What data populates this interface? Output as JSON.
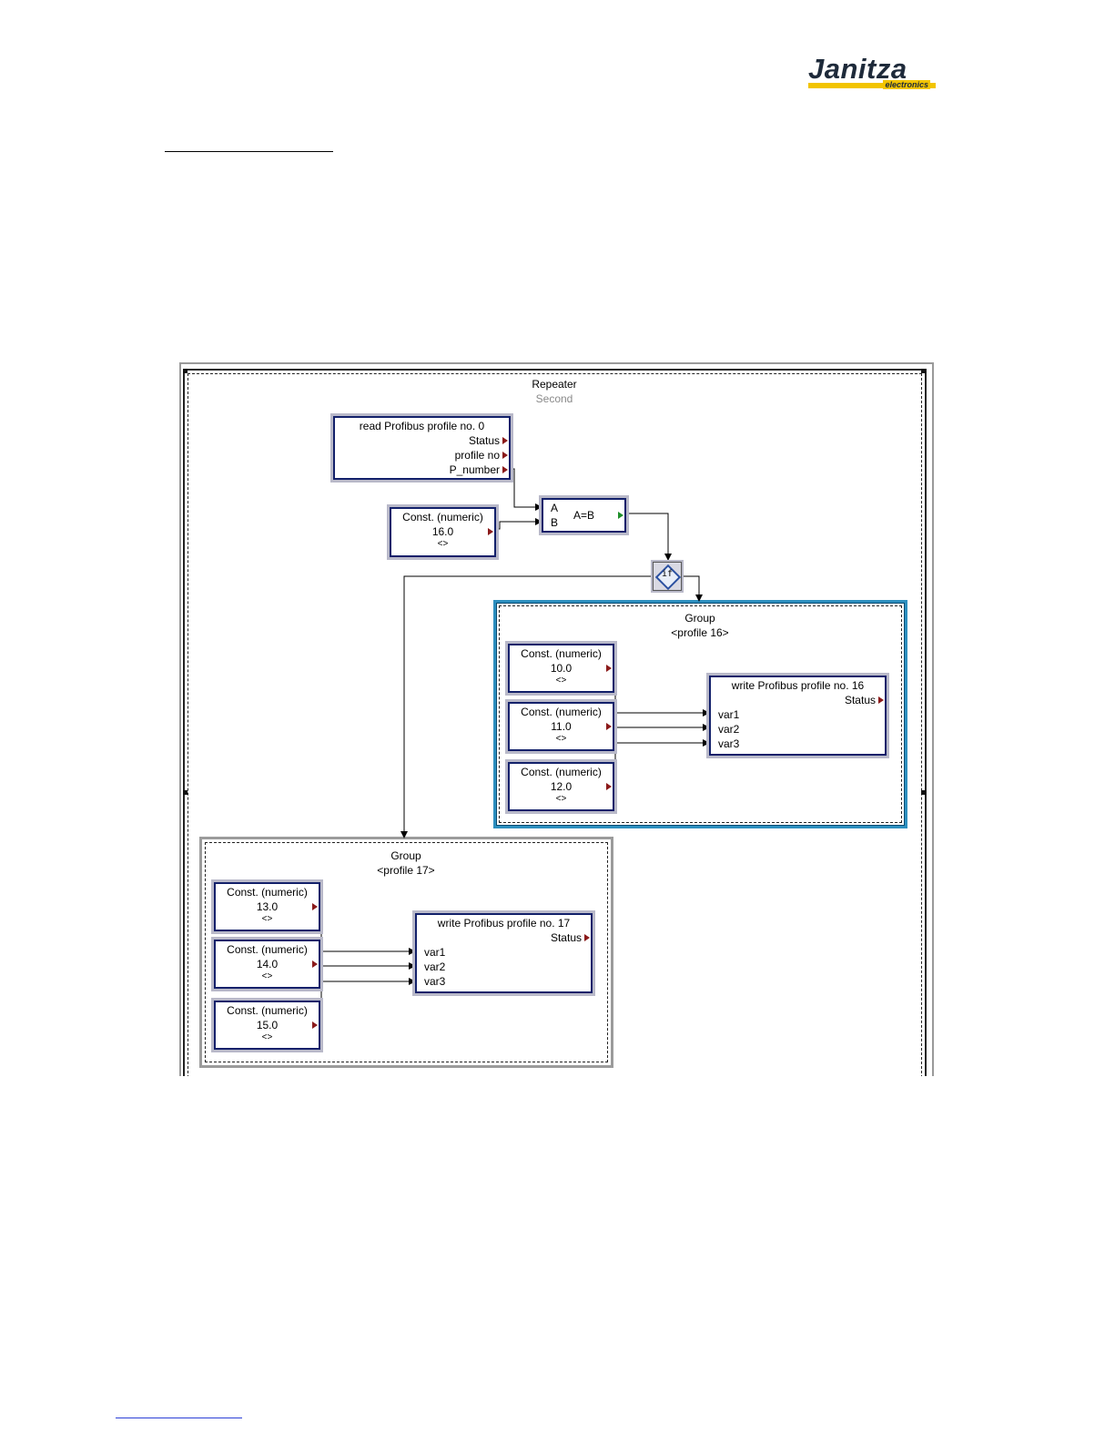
{
  "logo": {
    "name": "Janitza",
    "sub": "electronics"
  },
  "diagram": {
    "repeater": {
      "title": "Repeater",
      "subtitle": "Second"
    },
    "read_block": {
      "title": "read Profibus profile no. 0",
      "outputs": [
        "Status",
        "profile no",
        "P_number"
      ]
    },
    "const_main": {
      "title": "Const. (numeric)",
      "value": "16.0",
      "suffix": "<>"
    },
    "compare": {
      "inputs": [
        "A",
        "B"
      ],
      "label": "A=B"
    },
    "if_node": {
      "label": "if"
    },
    "group16": {
      "title": "Group",
      "subtitle": "<profile 16>",
      "consts": [
        {
          "title": "Const. (numeric)",
          "value": "10.0",
          "suffix": "<>"
        },
        {
          "title": "Const. (numeric)",
          "value": "11.0",
          "suffix": "<>"
        },
        {
          "title": "Const. (numeric)",
          "value": "12.0",
          "suffix": "<>"
        }
      ],
      "write": {
        "title": "write Profibus profile no. 16",
        "output": "Status",
        "inputs": [
          "var1",
          "var2",
          "var3"
        ]
      }
    },
    "group17": {
      "title": "Group",
      "subtitle": "<profile 17>",
      "consts": [
        {
          "title": "Const. (numeric)",
          "value": "13.0",
          "suffix": "<>"
        },
        {
          "title": "Const. (numeric)",
          "value": "14.0",
          "suffix": "<>"
        },
        {
          "title": "Const. (numeric)",
          "value": "15.0",
          "suffix": "<>"
        }
      ],
      "write": {
        "title": "write Profibus profile no. 17",
        "output": "Status",
        "inputs": [
          "var1",
          "var2",
          "var3"
        ]
      }
    }
  }
}
